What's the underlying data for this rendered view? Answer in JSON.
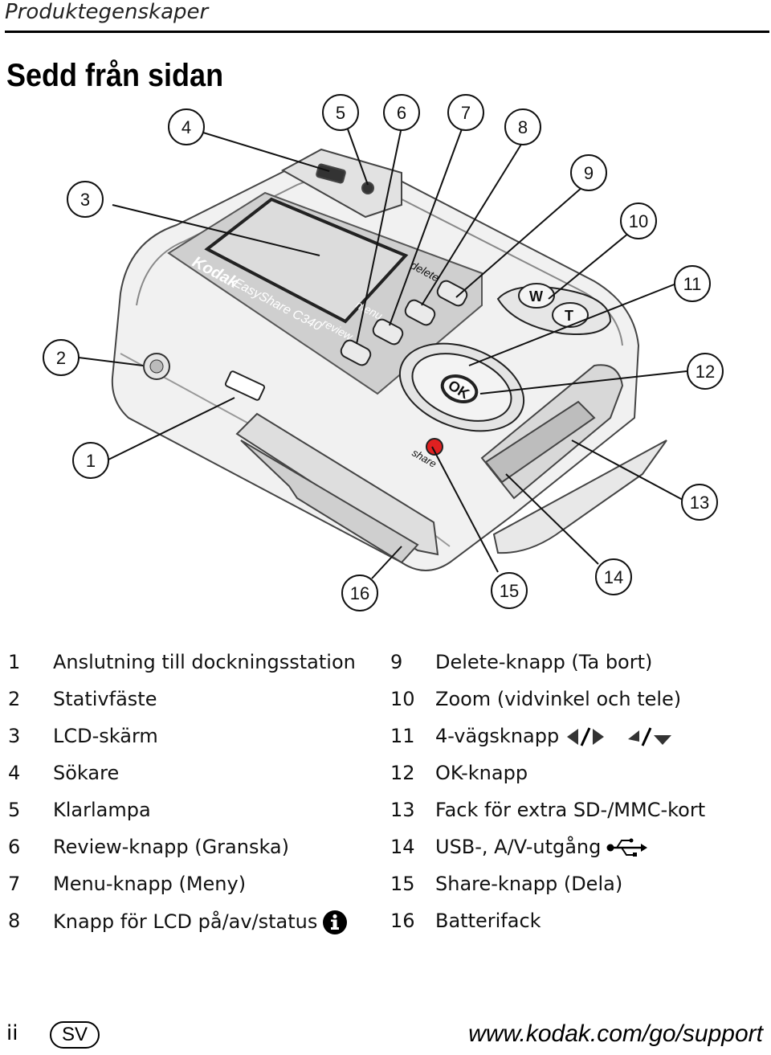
{
  "header": {
    "section": "Produktegenskaper"
  },
  "page": {
    "title": "Sedd från sidan"
  },
  "illustration": {
    "camera_labels": {
      "brand": "Kodak",
      "model": "EasyShare C340",
      "button_delete": "delete",
      "button_menu": "menu",
      "button_review": "review",
      "button_share": "share",
      "button_ok": "OK",
      "button_w": "W",
      "button_t": "T"
    },
    "callouts": [
      "1",
      "2",
      "3",
      "4",
      "5",
      "6",
      "7",
      "8",
      "9",
      "10",
      "11",
      "12",
      "13",
      "14",
      "15",
      "16"
    ]
  },
  "legend": {
    "left": [
      {
        "num": "1",
        "label": "Anslutning till dockningsstation"
      },
      {
        "num": "2",
        "label": "Stativfäste"
      },
      {
        "num": "3",
        "label": "LCD-skärm"
      },
      {
        "num": "4",
        "label": "Sökare"
      },
      {
        "num": "5",
        "label": "Klarlampa"
      },
      {
        "num": "6",
        "label": "Review-knapp (Granska)"
      },
      {
        "num": "7",
        "label": "Menu-knapp (Meny)"
      },
      {
        "num": "8",
        "label": "Knapp för LCD på/av/status",
        "icon": "info-icon"
      }
    ],
    "right": [
      {
        "num": "9",
        "label": "Delete-knapp (Ta bort)"
      },
      {
        "num": "10",
        "label": "Zoom (vidvinkel och tele)"
      },
      {
        "num": "11",
        "label": "4-vägsknapp",
        "icon": "four-way-arrows-icon"
      },
      {
        "num": "12",
        "label": "OK-knapp"
      },
      {
        "num": "13",
        "label": "Fack för extra SD-/MMC-kort"
      },
      {
        "num": "14",
        "label": "USB-, A/V-utgång",
        "icon": "usb-icon"
      },
      {
        "num": "15",
        "label": "Share-knapp (Dela)"
      },
      {
        "num": "16",
        "label": "Batterifack"
      }
    ]
  },
  "footer": {
    "page_number": "ii",
    "language": "SV",
    "url": "www.kodak.com/go/support"
  }
}
